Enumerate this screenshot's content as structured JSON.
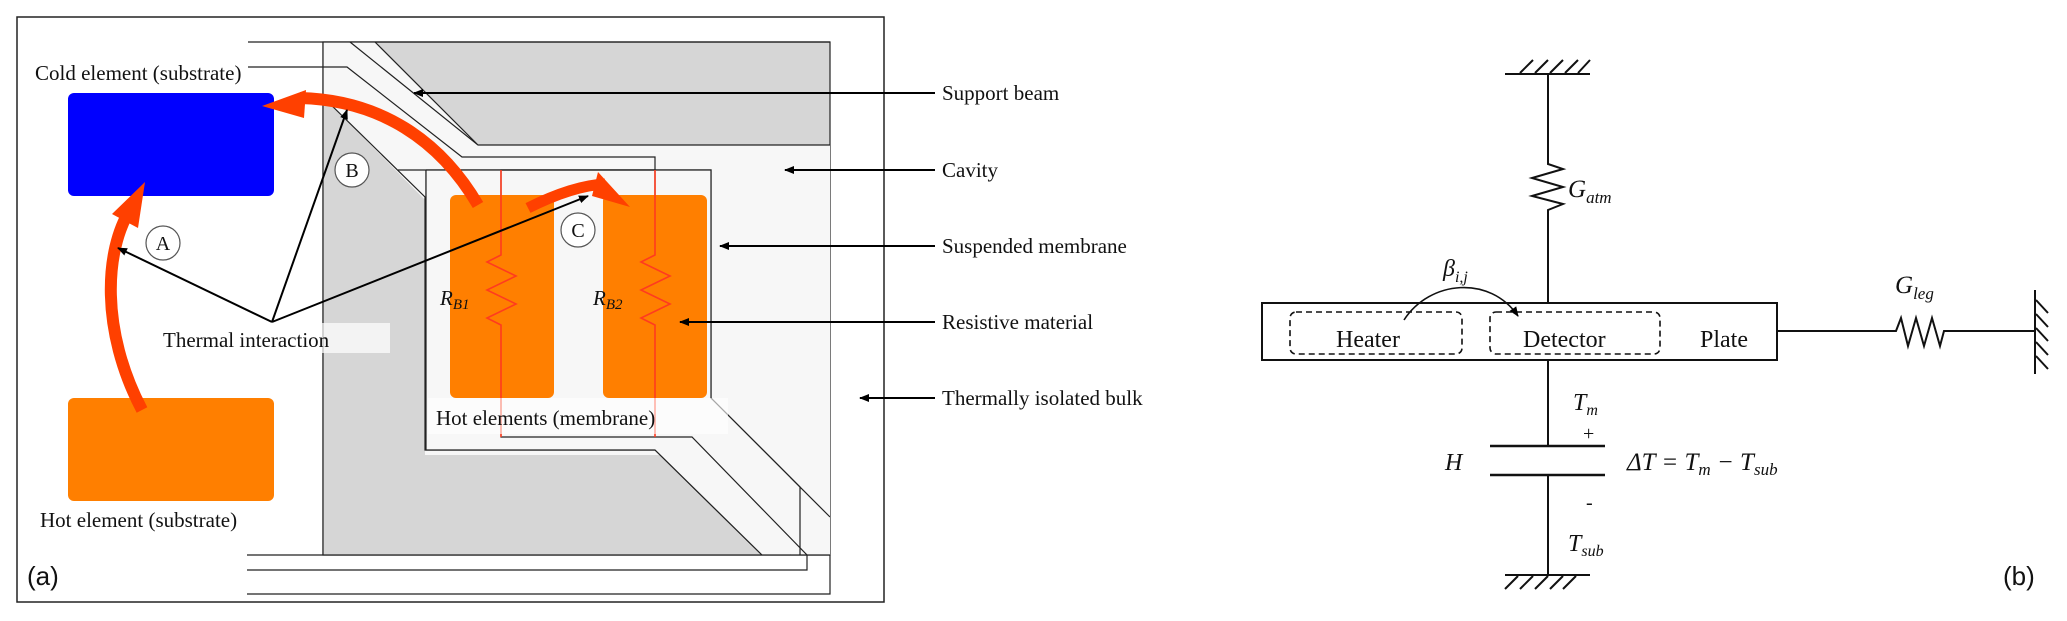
{
  "figure": {
    "panel_a": {
      "tag": "(a)",
      "labels": {
        "cold_element": "Cold element (substrate)",
        "hot_element": "Hot element (substrate)",
        "thermal_interaction": "Thermal interaction",
        "hot_elements_membrane": "Hot elements (membrane)",
        "rb1_main": "R",
        "rb1_sub": "B1",
        "rb2_main": "R",
        "rb2_sub": "B2"
      },
      "markers": [
        "A",
        "B",
        "C"
      ],
      "callouts": [
        "Support beam",
        "Cavity",
        "Suspended membrane",
        "Resistive material",
        "Thermally isolated bulk"
      ],
      "colors": {
        "cold": "#0000ff",
        "hot": "#ff7f00",
        "heat_flow": "#ff4000",
        "cavity": "#d6d6d6",
        "membrane": "#f7f7f7",
        "resistor": "#ff3b1f"
      }
    },
    "panel_b": {
      "tag": "(b)",
      "g_atm_main": "G",
      "g_atm_sub": "atm",
      "g_leg_main": "G",
      "g_leg_sub": "leg",
      "beta_main": "β",
      "beta_sub": "i,j",
      "heater": "Heater",
      "detector": "Detector",
      "plate": "Plate",
      "t_m_main": "T",
      "t_m_sub": "m",
      "plus": "+",
      "minus": "-",
      "h": "H",
      "t_sub_main": "T",
      "t_sub_sub": "sub",
      "delta_eq_main": "ΔT = T",
      "delta_eq_sub1": "m",
      "delta_eq_mid": " − T",
      "delta_eq_sub2": "sub"
    }
  }
}
